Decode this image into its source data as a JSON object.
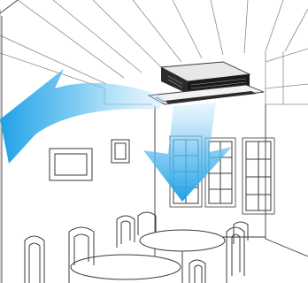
{
  "scene": {
    "subject": "ceiling-cassette-air-conditioner",
    "room": "dining-room",
    "colors": {
      "background": "#ffffff",
      "line": "#3a3a3a",
      "line_light": "#8c8c8c",
      "unit_body": "#2b2b2b",
      "unit_panel": "#f2f2f2",
      "airflow_dark": "#1ea1e6",
      "airflow_light": "#bfe6fb"
    },
    "airflow": {
      "directions": [
        "left",
        "down"
      ],
      "style": "translucent-gradient-arrows"
    },
    "furniture": [
      "dining-table-left",
      "dining-table-right",
      "chairs"
    ],
    "wall_items": [
      "picture-frame-large",
      "picture-frame-small",
      "window-left",
      "window-center",
      "window-right"
    ]
  }
}
